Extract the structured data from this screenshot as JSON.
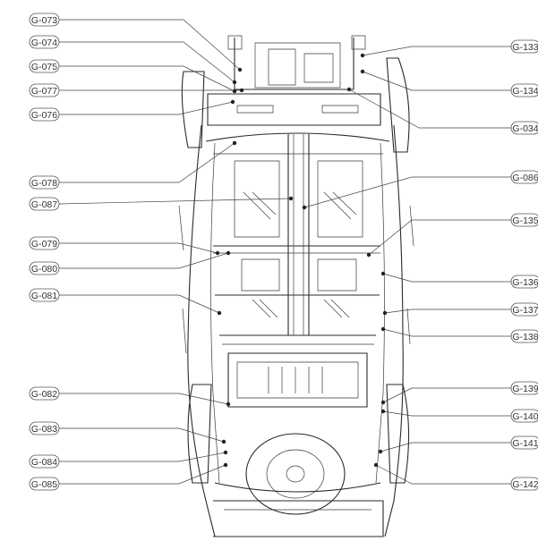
{
  "labels_left": [
    {
      "id": "G-073"
    },
    {
      "id": "G-074"
    },
    {
      "id": "G-075"
    },
    {
      "id": "G-077"
    },
    {
      "id": "G-076"
    },
    {
      "id": "G-078"
    },
    {
      "id": "G-087"
    },
    {
      "id": "G-079"
    },
    {
      "id": "G-080"
    },
    {
      "id": "G-081"
    },
    {
      "id": "G-082"
    },
    {
      "id": "G-083"
    },
    {
      "id": "G-084"
    },
    {
      "id": "G-085"
    }
  ],
  "labels_right": [
    {
      "id": "G-133"
    },
    {
      "id": "G-134"
    },
    {
      "id": "G-034"
    },
    {
      "id": "G-086"
    },
    {
      "id": "G-135"
    },
    {
      "id": "G-136"
    },
    {
      "id": "G-137"
    },
    {
      "id": "G-138"
    },
    {
      "id": "G-139"
    },
    {
      "id": "G-140"
    },
    {
      "id": "G-141"
    },
    {
      "id": "G-142"
    }
  ],
  "colors": {
    "line": "#2a2a2a",
    "label_text": "#333333",
    "background": "#ffffff"
  }
}
